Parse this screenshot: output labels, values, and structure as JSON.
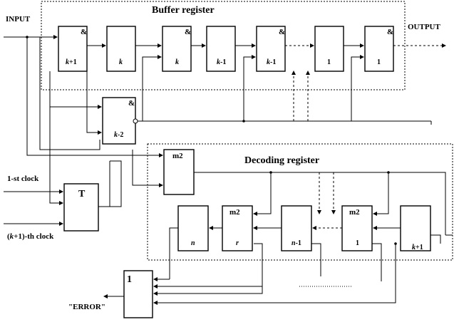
{
  "labels": {
    "input": "INPUT",
    "output": "OUTPUT",
    "buffer_register": "Buffer register",
    "decoding_register": "Decoding register",
    "first_clock": "1-st clock",
    "kplus1_clock_k": "(k",
    "kplus1_clock_rest": "+1)-th clock",
    "error": "\"ERROR\"",
    "trigger": "T",
    "or_gate": "1",
    "amp": "&",
    "m2": "m2"
  },
  "buffer_cells": [
    {
      "label": "k+1",
      "and": true
    },
    {
      "label": "k",
      "and": false
    },
    {
      "label": "k",
      "and": true
    },
    {
      "label": "k-1",
      "and": false
    },
    {
      "label": "k-1",
      "and": true
    },
    {
      "label": "1",
      "and": false
    },
    {
      "label": "1",
      "and": true
    }
  ],
  "k2_cell": {
    "label": "k-2",
    "and": true
  },
  "decoding_cells": [
    {
      "label": "n",
      "top": ""
    },
    {
      "label": "r",
      "top": "m2"
    },
    {
      "label": "n-1",
      "top": ""
    },
    {
      "label": "1",
      "top": "m2"
    },
    {
      "label": "k+1",
      "top": ""
    }
  ],
  "top_m2_cell": {
    "label": "m2"
  }
}
